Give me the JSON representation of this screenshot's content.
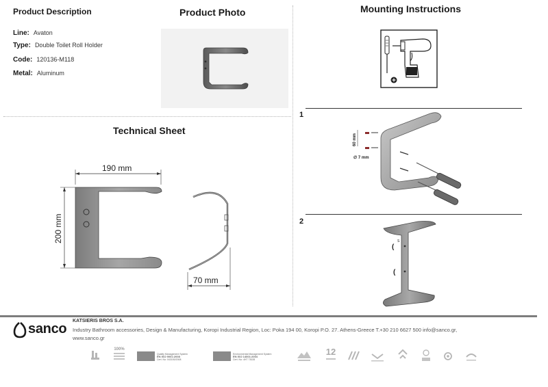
{
  "sections": {
    "description_title": "Product Description",
    "photo_title": "Product Photo",
    "mounting_title": "Mounting Instructions",
    "technical_title": "Technical Sheet"
  },
  "specs": [
    {
      "key": "Line:",
      "value": "Avaton"
    },
    {
      "key": "Type:",
      "value": "Double Toilet Roll Holder"
    },
    {
      "key": "Code:",
      "value": "120136-M118"
    },
    {
      "key": "Metal:",
      "value": "Aluminum"
    }
  ],
  "technical": {
    "width_label": "190 mm",
    "height_label": "200 mm",
    "depth_label": "70 mm"
  },
  "mounting": {
    "step1": "1",
    "step2": "2",
    "dim_height": "60 mm",
    "dim_diameter": "∅ 7 mm",
    "marker_s": "S"
  },
  "footer": {
    "brand": "sanco",
    "company": "KATSIERIS BROS S.A.",
    "description": "Industry Bathroom accessories, Design & Manufacturing, Koropi Industrial Region, Loc: Poka 194 00, Koropi P.O. 27. Athens-Greece   T.+30 210 6627 500 info@sanco.gr,",
    "website": "www.sanco.gr",
    "badge_100": "100%",
    "badge_12": "12",
    "cert1_title": "Quality Management System",
    "cert1_std": "EN ISO 9001:2008",
    "cert1_no": "Cert. No: 043150/2008",
    "cert2_title": "Environmental Management System",
    "cert2_std": "EN ISO 14001:2004",
    "cert2_no": "Cert. No: 4HT 73028"
  },
  "colors": {
    "metal": "#6e6e6e",
    "metal_light": "#b8b8b8",
    "footer_bar": "#7d7d7d"
  }
}
